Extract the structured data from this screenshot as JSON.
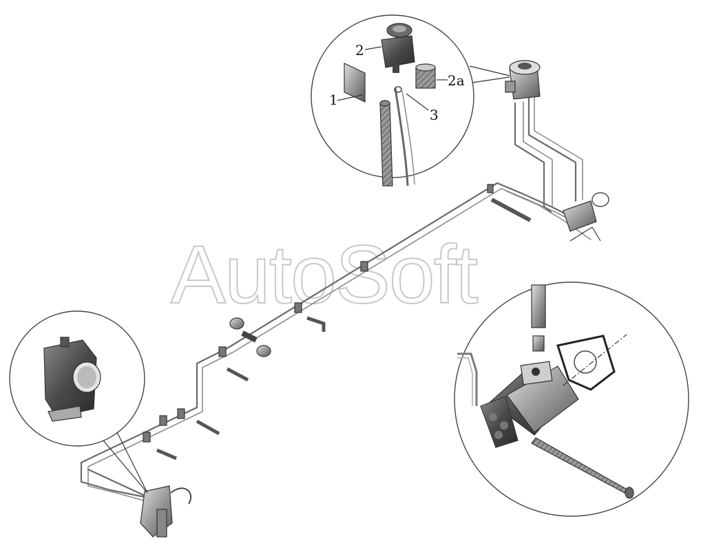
{
  "watermark": "AutoSoft",
  "callouts": {
    "c1": "1",
    "c2": "2",
    "c2a": "2а",
    "c3": "3"
  },
  "colors": {
    "line": "#6a6a6a",
    "part_dark": "#3a3a3a",
    "part_mid": "#7a7a7a",
    "part_light": "#c4c4c4",
    "watermark_stroke": "#c8c8c8"
  }
}
